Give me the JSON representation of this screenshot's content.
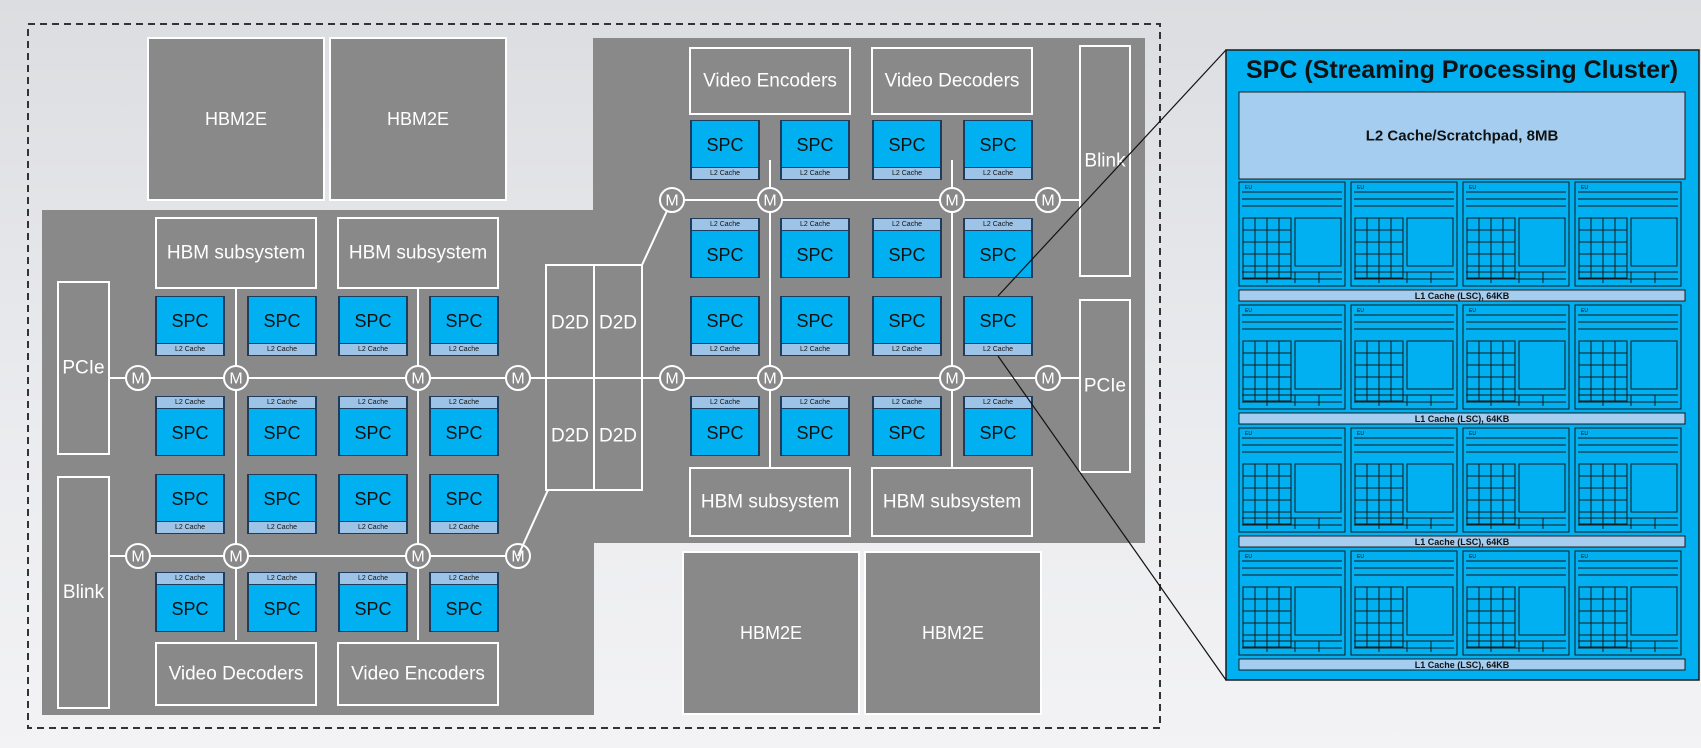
{
  "labels": {
    "hbm2e": "HBM2E",
    "hbm_subsystem": "HBM subsystem",
    "video_encoders": "Video Encoders",
    "video_decoders": "Video Decoders",
    "pcie": "PCIe",
    "blink": "Blink",
    "d2d": "D2D",
    "spc": "SPC",
    "l2_cache_small": "L2 Cache",
    "mesh_node": "M"
  },
  "detail": {
    "title": "SPC (Streaming Processing Cluster)",
    "l2": "L2 Cache/Scratchpad, 8MB",
    "eu": "EU",
    "l1": "L1 Cache (LSC), 64KB"
  },
  "colors": {
    "die": "#898989",
    "block_border": "#ffffff",
    "spc_fill": "#00b0f0",
    "l2_strip": "#9dc3e6",
    "detail_l2": "#a4cdf0",
    "wire": "#ffffff",
    "dash": "#333333"
  }
}
